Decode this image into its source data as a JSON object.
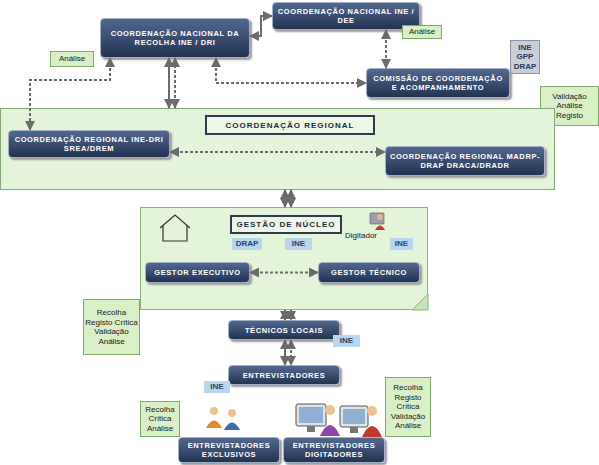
{
  "diagram": {
    "nodes": [
      {
        "text": [
          "COORDENAÇÃO NACIONAL DA RECOLHA INE / DRI"
        ]
      },
      {
        "text": [
          "Análise"
        ]
      },
      {
        "text": [
          "COORDENAÇÃO NACIONAL INE / DEE"
        ]
      },
      {
        "text": [
          "Análise"
        ]
      },
      {
        "text": [
          "INE GPP DRAP"
        ]
      },
      {
        "text": [
          "COMISSÃO DE COORDENAÇÃO E ACOMPANHAMENTO"
        ]
      },
      {
        "text": [
          "Validação Análise Registo"
        ]
      },
      {
        "text": [
          "COORDENAÇÃO REGIONAL"
        ]
      },
      {
        "text": [
          "COORDENAÇÃO REGIONAL INE-DRI SREA/DREM"
        ],
        "in": 7
      },
      {
        "text": [
          "COORDENAÇÃO REGIONAL MADRP-DRAP DRACA/DRADR"
        ],
        "in": 7
      },
      {
        "text": [
          "GESTÃO DE NÚCLEO"
        ]
      },
      {
        "text": [
          "DRAP"
        ],
        "in": 10
      },
      {
        "text": [
          "INE"
        ],
        "in": 10
      },
      {
        "text": [
          "INE"
        ],
        "in": 10
      },
      {
        "text": [
          "GESTOR EXECUTIVO"
        ],
        "in": 10
      },
      {
        "text": [
          "GESTOR TÉCNICO"
        ],
        "in": 10
      },
      {
        "text": [
          "Recolha Registo Crítica Validação Análise"
        ]
      },
      {
        "text": [
          "TÉCNICOS LOCAIS"
        ]
      },
      {
        "text": [
          "INE"
        ]
      },
      {
        "text": [
          "ENTREVISTADORES"
        ]
      },
      {
        "text": [
          "INE"
        ]
      },
      {
        "text": [
          "Recolha Crítica Análise"
        ]
      },
      {
        "text": [
          "Recolha Registo Crítica Validação Análise"
        ]
      },
      {
        "text": [
          "ENTREVISTADORES EXCLUSIVOS"
        ]
      },
      {
        "text": [
          "ENTREVISTADORES DIGITADORES"
        ]
      }
    ],
    "edges": [
      {
        "from": 0,
        "to": 2,
        "arrow": "both"
      },
      {
        "from": 2,
        "to": 5,
        "arrow": "both"
      },
      {
        "from": 0,
        "to": 5,
        "arrow": "both"
      },
      {
        "from": 0,
        "to": 8,
        "arrow": "both"
      },
      {
        "from": 7,
        "to": 0,
        "arrow": "both"
      },
      {
        "from": 8,
        "to": 9,
        "arrow": "both"
      },
      {
        "from": 7,
        "to": 10,
        "arrow": "both"
      },
      {
        "from": 14,
        "to": 15,
        "arrow": "both"
      },
      {
        "from": 10,
        "to": 17,
        "arrow": "both"
      },
      {
        "from": 17,
        "to": 19,
        "arrow": "both"
      }
    ],
    "labels": [
      "Digitador"
    ]
  }
}
